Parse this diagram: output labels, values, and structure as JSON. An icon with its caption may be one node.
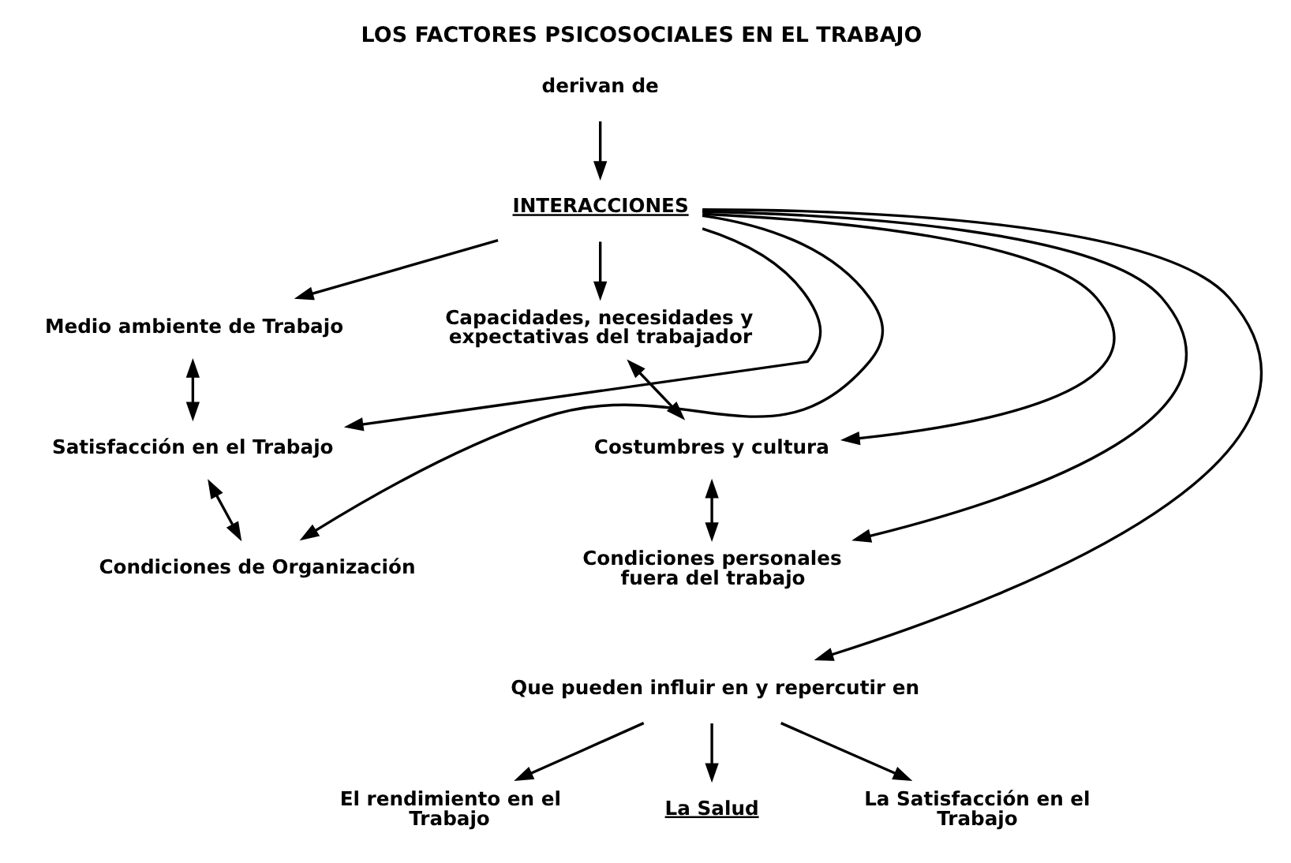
{
  "diagram": {
    "title": "LOS FACTORES PSICOSOCIALES EN EL TRABAJO",
    "nodes": [
      {
        "text": [
          "derivan de"
        ]
      },
      {
        "text": [
          "INTERACCIONES"
        ]
      },
      {
        "text": [
          "Medio ambiente de Trabajo"
        ]
      },
      {
        "text": [
          "Satisfacción en el Trabajo"
        ]
      },
      {
        "text": [
          "Condiciones de Organización"
        ]
      },
      {
        "text": [
          "Capacidades, necesidades y expectativas del trabajador"
        ]
      },
      {
        "text": [
          "Costumbres y cultura"
        ]
      },
      {
        "text": [
          "Condiciones personales fuera del trabajo"
        ]
      },
      {
        "text": [
          "Que pueden influir en y repercutir en"
        ]
      },
      {
        "text": [
          "El rendimiento en el Trabajo"
        ]
      },
      {
        "text": [
          "La Salud"
        ]
      },
      {
        "text": [
          "La Satisfacción en el Trabajo"
        ]
      }
    ],
    "edges": [
      {
        "from": 0,
        "to": 1,
        "arrow": "to"
      },
      {
        "from": 1,
        "to": 2,
        "arrow": "to"
      },
      {
        "from": 1,
        "to": 3,
        "arrow": "to"
      },
      {
        "from": 1,
        "to": 4,
        "arrow": "to"
      },
      {
        "from": 1,
        "to": 5,
        "arrow": "to"
      },
      {
        "from": 1,
        "to": 6,
        "arrow": "to"
      },
      {
        "from": 1,
        "to": 7,
        "arrow": "to"
      },
      {
        "from": 2,
        "to": 3,
        "arrow": "both"
      },
      {
        "from": 3,
        "to": 4,
        "arrow": "both"
      },
      {
        "from": 5,
        "to": 6,
        "arrow": "both"
      },
      {
        "from": 6,
        "to": 7,
        "arrow": "both"
      },
      {
        "from": 1,
        "to": 8,
        "arrow": "to"
      },
      {
        "from": 8,
        "to": 9,
        "arrow": "to"
      },
      {
        "from": 8,
        "to": 10,
        "arrow": "to"
      },
      {
        "from": 8,
        "to": 11,
        "arrow": "to"
      }
    ]
  }
}
